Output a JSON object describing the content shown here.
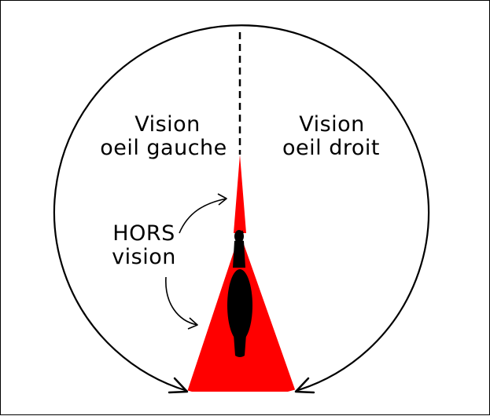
{
  "labels": {
    "left_eye_line1": "Vision",
    "left_eye_line2": "oeil gauche",
    "right_eye_line1": "Vision",
    "right_eye_line2": "oeil droit",
    "blind_line1": "HORS",
    "blind_line2": "vision"
  },
  "colors": {
    "blind_zone": "#ff0000",
    "ink": "#000000",
    "background": "#ffffff"
  }
}
